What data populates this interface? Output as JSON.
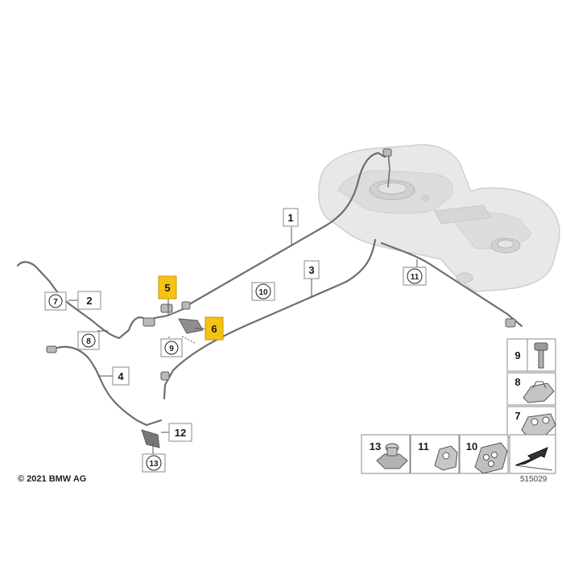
{
  "copyright": "© 2021 BMW AG",
  "diagram_id": "515029",
  "callouts": {
    "c1": "1",
    "c2": "2",
    "c3": "3",
    "c4": "4",
    "c5": "5",
    "c6": "6",
    "c7": "7",
    "c8": "8",
    "c9": "9",
    "c10": "10",
    "c11": "11",
    "c12": "12",
    "c13": "13"
  },
  "parts_panel": {
    "p9": "9",
    "p8": "8",
    "p7": "7",
    "p13": "13",
    "p11": "11",
    "p10": "10"
  },
  "colors": {
    "highlight": "#f6c313",
    "line": "#6e6e6e",
    "tank": "#e7e7e7",
    "box_border": "#8a8a8a"
  }
}
